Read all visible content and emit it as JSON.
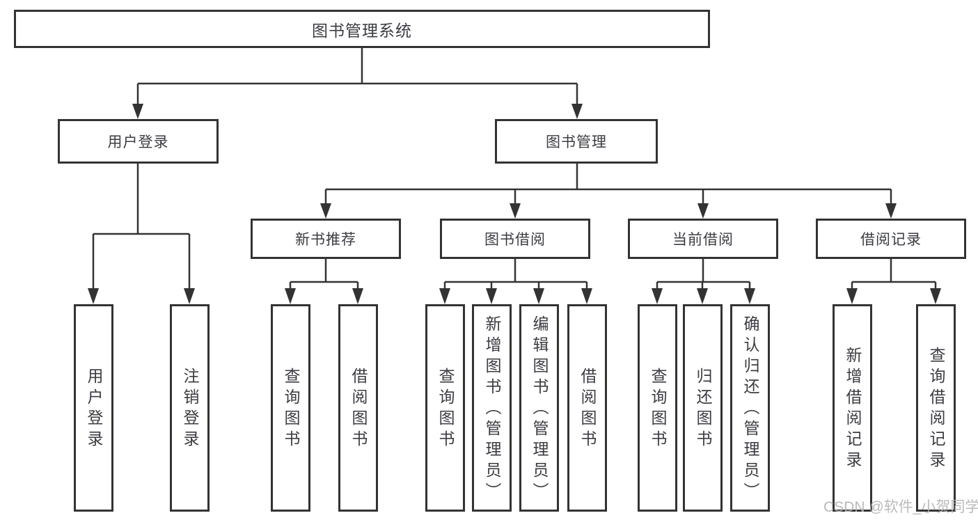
{
  "tree": {
    "label": "图书管理系统",
    "children": [
      {
        "label": "用户登录",
        "children": [
          {
            "label": "用户登录"
          },
          {
            "label": "注销登录"
          }
        ]
      },
      {
        "label": "图书管理",
        "children": [
          {
            "label": "新书推荐",
            "children": [
              {
                "label": "查询图书"
              },
              {
                "label": "借阅图书"
              }
            ]
          },
          {
            "label": "图书借阅",
            "children": [
              {
                "label": "查询图书"
              },
              {
                "label": "新增图书（管理员）"
              },
              {
                "label": "编辑图书（管理员）"
              },
              {
                "label": "借阅图书"
              }
            ]
          },
          {
            "label": "当前借阅",
            "children": [
              {
                "label": "查询图书"
              },
              {
                "label": "归还图书"
              },
              {
                "label": "确认归还（管理员）"
              }
            ]
          },
          {
            "label": "借阅记录",
            "children": [
              {
                "label": "新增借阅记录"
              },
              {
                "label": "查询借阅记录"
              }
            ]
          }
        ]
      }
    ]
  },
  "watermark": {
    "text": "CSDN @软件_小贺同学"
  },
  "colors": {
    "line": "#333333",
    "box_border": "#333333",
    "text": "#3b3c42",
    "watermark": "#b3b3b6",
    "background": "#ffffff"
  }
}
